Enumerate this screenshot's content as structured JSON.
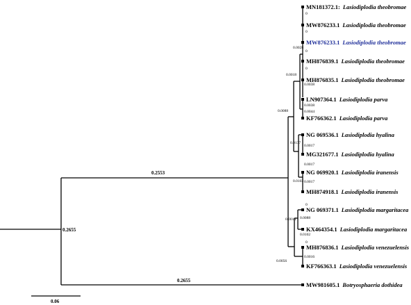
{
  "tree": {
    "taxa": [
      {
        "accession": "MN181372.1:",
        "species": "Lasiodiplodia theobromae",
        "color": "#000000"
      },
      {
        "accession": "MW876233.1",
        "species": "Lasiodiplodia theobromae",
        "color": "#000000"
      },
      {
        "accession": "MW876233.1",
        "species": "Lasiodiplodia theobromae",
        "color": "#1f2f9a"
      },
      {
        "accession": "MH876839.1",
        "species": "Lasiodiplodia theobromae",
        "color": "#000000"
      },
      {
        "accession": "MH876835.1",
        "species": "Lasiodiplodia theobromae",
        "color": "#000000"
      },
      {
        "accession": "LN907364.1",
        "species": "Lasiodiplodia parva",
        "color": "#000000"
      },
      {
        "accession": "KF766362.1",
        "species": "Lasiodiplodia parva",
        "color": "#000000"
      },
      {
        "accession": "NG 069536.1",
        "species": "Lasiodiplodia hyalina",
        "color": "#000000"
      },
      {
        "accession": "MG321677.1",
        "species": "Lasiodiplodia hyalina",
        "color": "#000000"
      },
      {
        "accession": "NG 069920.1",
        "species": "Lasiodiplodia iranensis",
        "color": "#000000"
      },
      {
        "accession": "MH874918.1",
        "species": "Lasiodiplodia iranensis",
        "color": "#000000"
      },
      {
        "accession": "NG 069371.1",
        "species": "Lasiodiplodia margaritacea",
        "color": "#000000"
      },
      {
        "accession": "KX464354.1",
        "species": "Lasiodiplodia margaritacea",
        "color": "#000000"
      },
      {
        "accession": "MH876836.1",
        "species": "Lasiodiplodia venezuelensis",
        "color": "#000000"
      },
      {
        "accession": "KF766363.1",
        "species": "Lasiodiplodia venezuelensis",
        "color": "#000000"
      },
      {
        "accession": "MW981605.1",
        "species": "Botryosphaeria dothidea",
        "color": "#000000"
      }
    ],
    "branch_labels": {
      "root": "0.2655",
      "ingroup_stem": "0.2553",
      "outgroup": "0.2655",
      "n0028": "0.0028",
      "n0018": "0.0018",
      "n0038": "0.0038",
      "n0038b": "0.0038",
      "n0044": "0.0044",
      "n0088": "0.0088",
      "n0137": "0.0137",
      "n0017a": "0.0017",
      "n0017b": "0.0017",
      "n0017c": "0.0017",
      "n0103": "0.0103",
      "n0014": "0.0014",
      "n0088b": "0.0088",
      "n0102": "0.0102",
      "n0056": "0.0056",
      "n0016": "0.0016",
      "z0": "0",
      "z1": "0",
      "z2": "0",
      "z3": "0",
      "z4": "0",
      "z5": "0"
    },
    "scale_bar_label": "0.06"
  }
}
